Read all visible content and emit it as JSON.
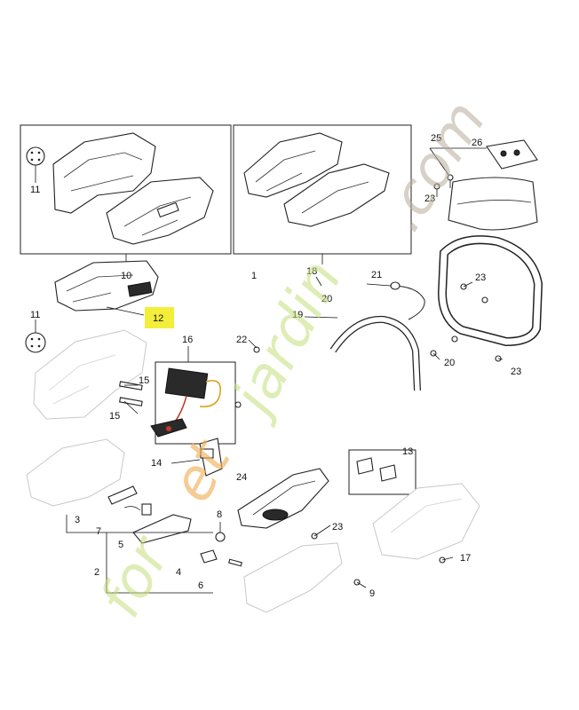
{
  "diagram": {
    "highlight_color": "#f2ee3a",
    "highlighted_part": "12",
    "callouts": {
      "c1": "1",
      "c2": "2",
      "c3": "3",
      "c4": "4",
      "c5": "5",
      "c6": "6",
      "c7": "7",
      "c8": "8",
      "c9": "9",
      "c10": "10",
      "c11a": "11",
      "c11b": "11",
      "c12": "12",
      "c13": "13",
      "c14": "14",
      "c15a": "15",
      "c15b": "15",
      "c16": "16",
      "c17": "17",
      "c18": "18",
      "c19": "19",
      "c20a": "20",
      "c20b": "20",
      "c21": "21",
      "c22": "22",
      "c23a": "23",
      "c23b": "23",
      "c23c": "23",
      "c23d": "23",
      "c24": "24",
      "c25": "25",
      "c26": "26"
    }
  },
  "watermark": {
    "part_a": "for",
    "part_b": "et",
    "part_c": "jardin",
    "part_d": ".com",
    "colors": {
      "green": "#c4df7c",
      "orange": "#f2b15e",
      "taupe": "#b8ac9a"
    }
  }
}
